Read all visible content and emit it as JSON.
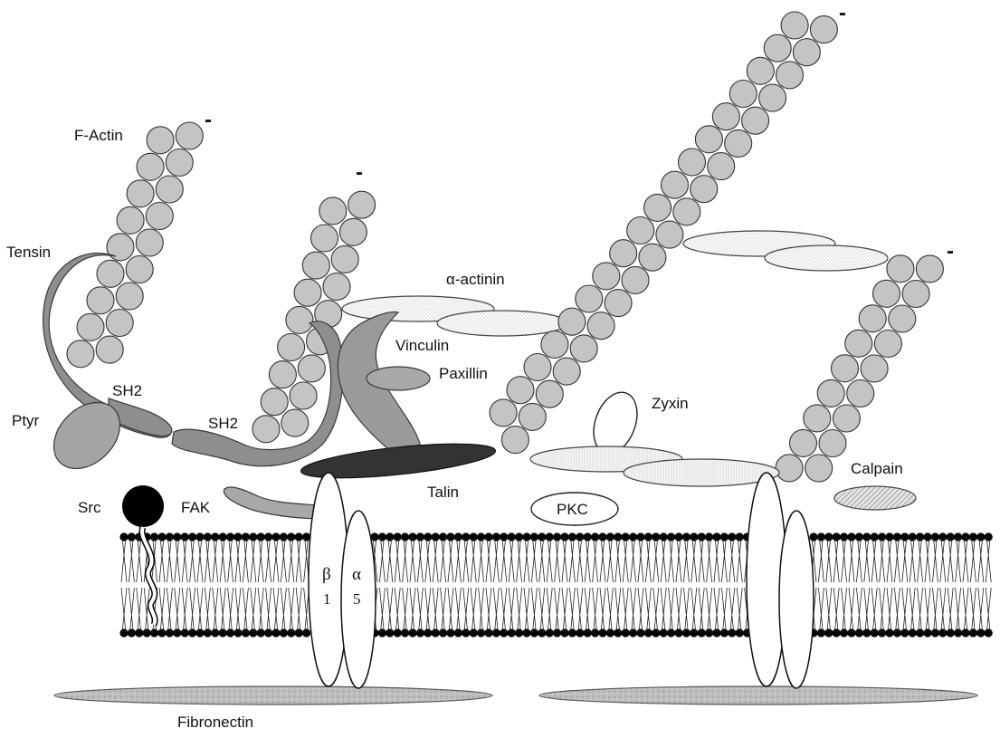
{
  "labels": {
    "f_actin": "F-Actin",
    "tensin": "Tensin",
    "alpha_actinin": "α-actinin",
    "vinculin": "Vinculin",
    "paxillin": "Paxillin",
    "sh2_left": "SH2",
    "sh2_center": "SH2",
    "ptyr": "Ptyr",
    "zyxin": "Zyxin",
    "talin": "Talin",
    "src": "Src",
    "fak": "FAK",
    "pkc": "PKC",
    "calpain": "Calpain",
    "fibronectin": "Fibronectin",
    "beta": "β",
    "beta_sub": "1",
    "alpha": "α",
    "alpha_sub": "5",
    "minus_sign": "-"
  },
  "colors": {
    "actin_bead": "#c4c4c4",
    "tensin": "#8e8e8e",
    "vinculin": "#9a9a9a",
    "talin": "#333333",
    "src": "#000000",
    "fibronectin": "#b8b8b8",
    "membrane_head": "#000000"
  }
}
